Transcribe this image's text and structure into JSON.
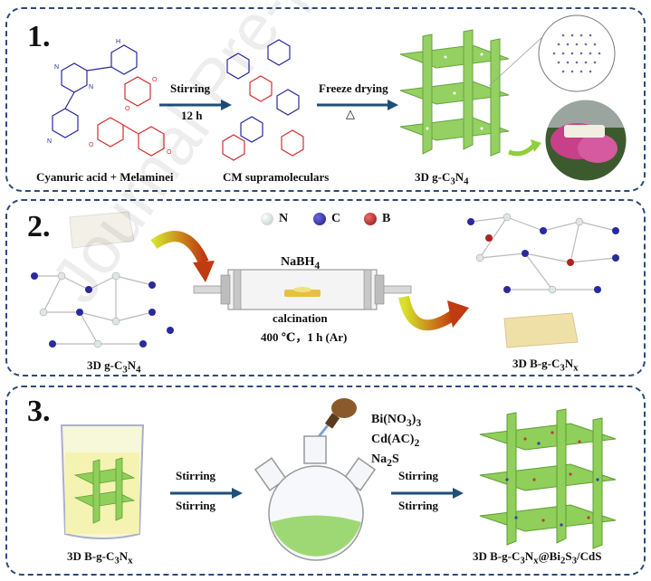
{
  "panel1": {
    "number": "1.",
    "arrow1_top": "Stirring",
    "arrow1_bottom": "12 h",
    "arrow2_top": "Freeze drying",
    "arrow2_bottom": "△",
    "label_reactants": "Cyanuric acid + Melaminei",
    "label_cm": "CM supramoleculars",
    "label_product_prefix": "3D g-C",
    "label_product_sub1": "3",
    "label_product_mid": "N",
    "label_product_sub2": "4"
  },
  "panel2": {
    "number": "2.",
    "legend": [
      {
        "symbol": "N",
        "color": "#e8eeee"
      },
      {
        "symbol": "C",
        "color": "#2a2a9e"
      },
      {
        "symbol": "B",
        "color": "#b02424"
      }
    ],
    "reagent_prefix": "NaBH",
    "reagent_sub": "4",
    "process": "calcination",
    "conditions": "400 ℃，1 h (Ar)",
    "label_left_prefix": "3D g-C",
    "label_left_sub1": "3",
    "label_left_mid": "N",
    "label_left_sub2": "4",
    "label_right_prefix": "3D B-g-C",
    "label_right_sub1": "3",
    "label_right_mid": "N",
    "label_right_sub2": "x"
  },
  "panel3": {
    "number": "3.",
    "arrow1_top": "Stirring",
    "arrow1_bottom": "Stirring",
    "arrow2_top": "Stirring",
    "arrow2_bottom": "Stirring",
    "reagent1_prefix": "Bi(NO",
    "reagent1_sub1": "3",
    "reagent1_mid": ")",
    "reagent1_sub2": "3",
    "reagent2_prefix": "Cd(AC)",
    "reagent2_sub": "2",
    "reagent3_prefix": "Na",
    "reagent3_sub": "2",
    "reagent3_suffix": "S",
    "label_left_prefix": "3D B-g-C",
    "label_left_sub1": "3",
    "label_left_mid": "N",
    "label_left_sub2": "x",
    "label_right_prefix": "3D B-g-C",
    "label_right_sub1": "3",
    "label_right_mid": "N",
    "label_right_sub2": "x",
    "label_right_suffix": "@Bi",
    "label_right_sub3": "2",
    "label_right_s": "S",
    "label_right_sub4": "3",
    "label_right_end": "/CdS"
  },
  "watermark": "Journal Pre-proof",
  "colors": {
    "panel_border": "#2b4a7c",
    "arrow": "#1f4e79",
    "sheet_green": "#8fcf5a",
    "nitrogen_blue": "#2a2a9e",
    "oxygen_red": "#d23030"
  }
}
